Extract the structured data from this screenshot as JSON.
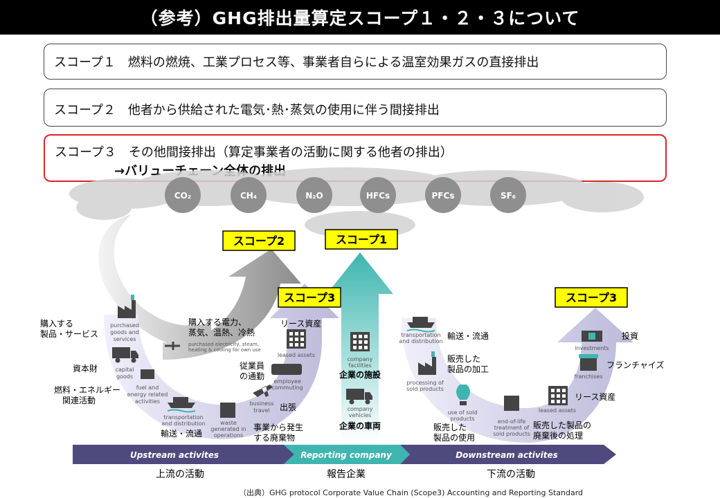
{
  "title": "（参考）GHG排出量算定スコープ１・２・３について",
  "scope1_text": "スコープ１　燃料の燃焼、工業プロセス等、事業者自らによる温室効果ガスの直接排出",
  "scope2_text": "スコープ２　他者から供給された電気･熱･蒸気の使用に伴う間接排出",
  "scope3_text": "スコープ３　その他間接排出（算定事業者の活動に関する他者の排出）",
  "scope3_sub": "→バリューチェーン全体の排出",
  "gases": [
    "CO₂",
    "CH₄",
    "N₂O",
    "HFCs",
    "PFCs",
    "SF₆"
  ],
  "tags": {
    "scope2": "スコープ2",
    "scope1": "スコープ1",
    "scope3_up": "スコープ3",
    "scope3_down": "スコープ3"
  },
  "upstream": {
    "purchased_jp": [
      "購入する",
      "製品・サービス"
    ],
    "purchased_en": [
      "purchased",
      "goods and",
      "services"
    ],
    "capital_jp": "資本財",
    "capital_en": [
      "capital",
      "goods"
    ],
    "fuel_jp": [
      "燃料・エネルギー",
      "関連活動"
    ],
    "fuel_en": [
      "fuel and",
      "energy related",
      "activities"
    ],
    "transport_en": [
      "transportation",
      "and distribution"
    ],
    "transport_jp": "輸送・流通",
    "waste_en": [
      "waste",
      "generated in",
      "operations"
    ],
    "waste_jp": [
      "事業から発生",
      "する廃棄物"
    ],
    "travel_en": [
      "business",
      "travel"
    ],
    "travel_jp": "出張",
    "commute_en": [
      "employee",
      "commuting"
    ],
    "commute_jp": [
      "従業員",
      "の通勤"
    ],
    "leased_en": "leased assets",
    "leased_jp": "リース資産",
    "electricity_jp": [
      "購入する電力、",
      "蒸気、温熱、冷熱"
    ],
    "electricity_en": [
      "purchased electricity, steam,",
      "heating & cooling for own use"
    ]
  },
  "reporting": {
    "facilities_en": [
      "company",
      "facilities"
    ],
    "facilities_jp": "企業の施設",
    "vehicles_en": [
      "company",
      "vehicles"
    ],
    "vehicles_jp": "企業の車両"
  },
  "downstream": {
    "transport_en": [
      "transportation",
      "and distribution"
    ],
    "transport_jp": "輸送・流通",
    "processing_en": [
      "processing of",
      "sold products"
    ],
    "processing_jp": [
      "販売した",
      "製品の加工"
    ],
    "use_en": [
      "use of sold",
      "products"
    ],
    "use_jp": [
      "販売した",
      "製品の使用"
    ],
    "eol_en": [
      "end-of-life",
      "treatment of",
      "sold products"
    ],
    "eol_jp": [
      "販売した製品の",
      "廃棄後の処理"
    ],
    "leased_en": "leased assets",
    "leased_jp": "リース資産",
    "franchises_en": "franchises",
    "franchises_jp": "フランチャイズ",
    "investments_en": "investments",
    "investments_jp": "投資"
  },
  "bar": {
    "upstream": "Upstream activites",
    "reporting": "Reporting company",
    "downstream": "Downstream activites"
  },
  "bottom_labels": {
    "upstream": "上流の活動",
    "reporting": "報告企業",
    "downstream": "下流の活動"
  },
  "source": "（出典）GHG protocol Corporate Value Chain (Scope3) Accounting and Reporting Standard",
  "colors": {
    "red_border": "#d9242b",
    "tag_yellow": "#ffff00",
    "bar_purple": "#4e4a7e",
    "bar_teal": "#3fb5b0",
    "arrow_lavender": "#c9c6df",
    "cloud_gray": "#cfcfcf",
    "gas_gray": "#8f8f8f"
  }
}
